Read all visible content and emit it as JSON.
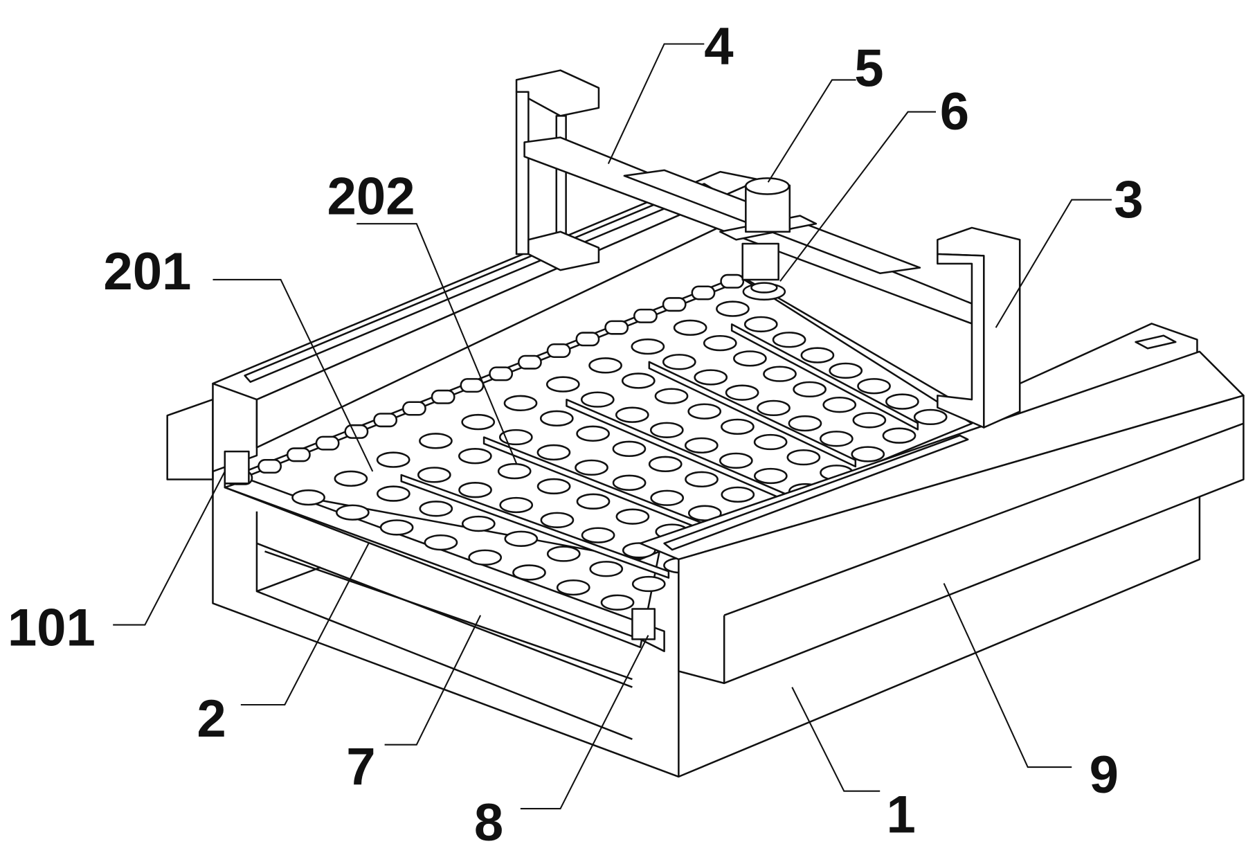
{
  "figure": {
    "labels": {
      "l1": "1",
      "l2": "2",
      "l3": "3",
      "l4": "4",
      "l5": "5",
      "l6": "6",
      "l7": "7",
      "l8": "8",
      "l9": "9",
      "l101": "101",
      "l201": "201",
      "l202": "202"
    }
  }
}
